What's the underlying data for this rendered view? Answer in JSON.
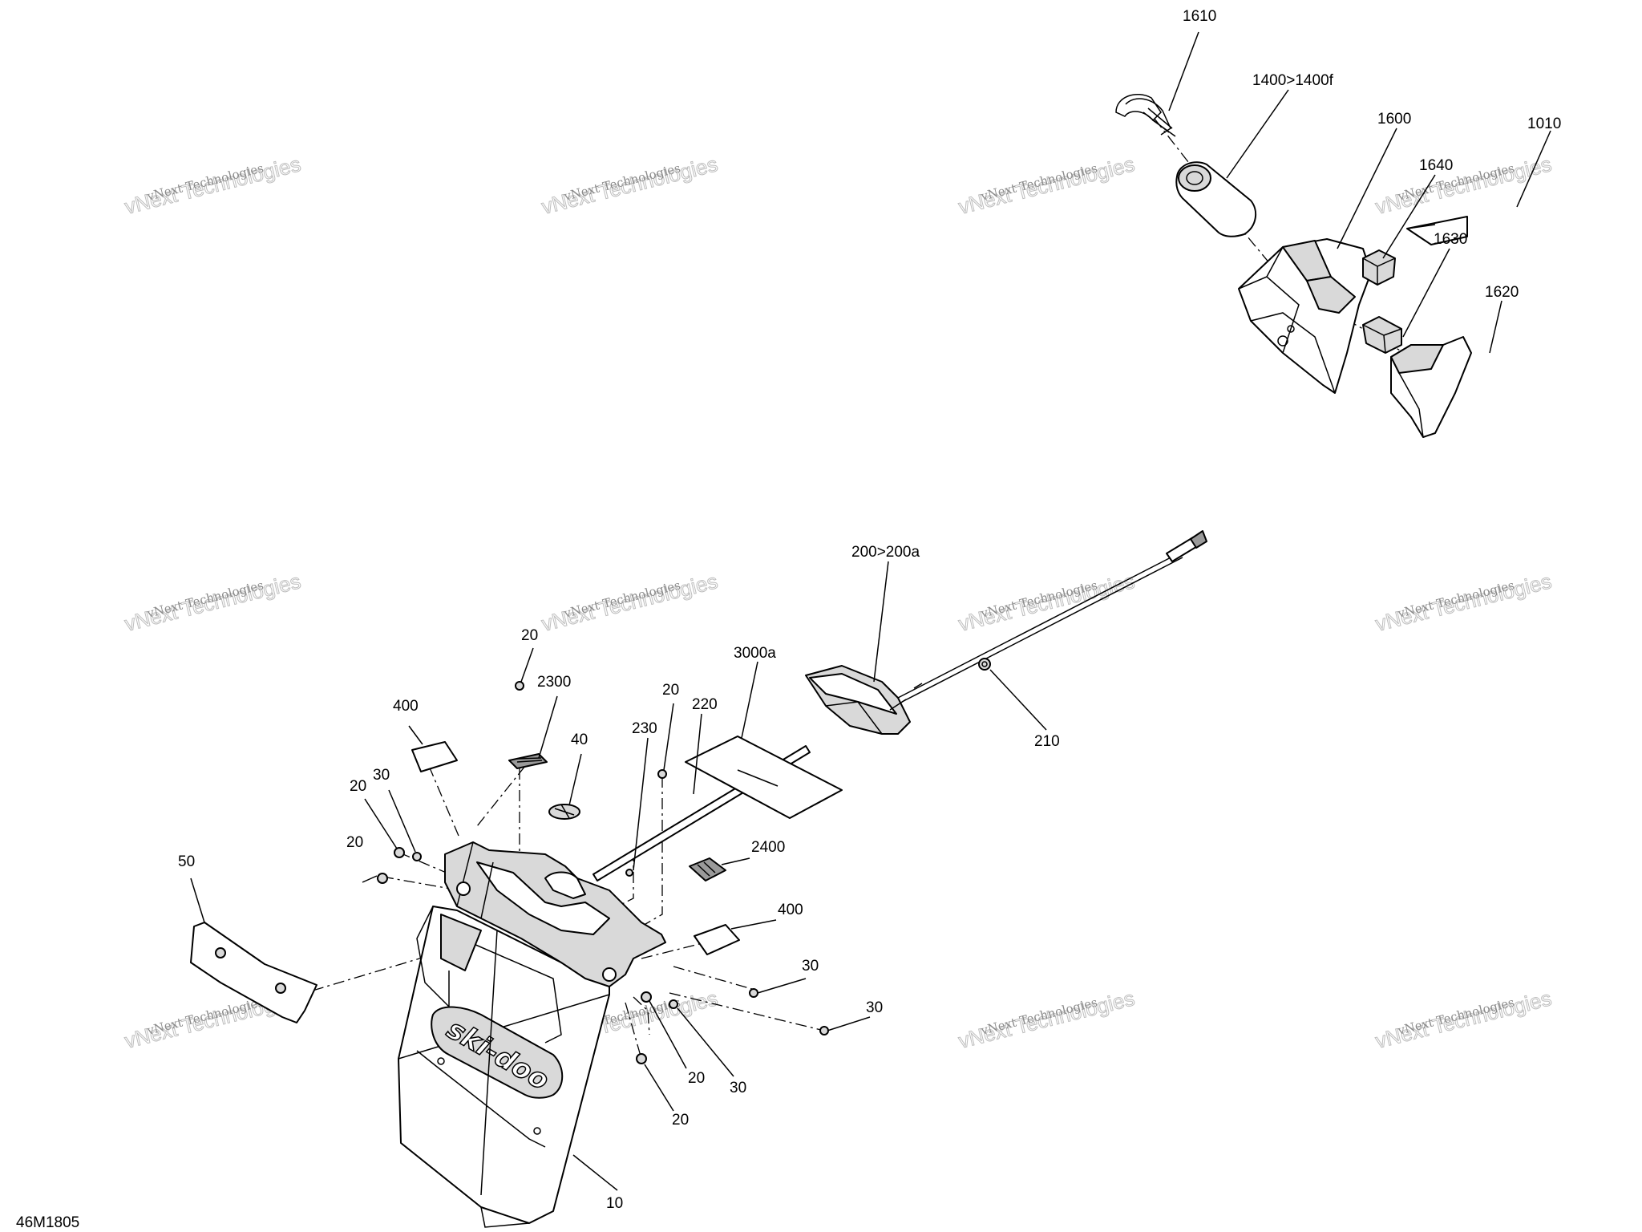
{
  "diagram_id": "46M1805",
  "watermark": {
    "line1": "vNext Technologies",
    "line2": "vNext Technologies"
  },
  "callouts": {
    "c1610": "1610",
    "c1400": "1400>1400f",
    "c1600": "1600",
    "c1010": "1010",
    "c1640": "1640",
    "c1630": "1630",
    "c1620": "1620",
    "c200": "200>200a",
    "c210": "210",
    "c3000a": "3000a",
    "c220": "220",
    "c230": "230",
    "c20_a": "20",
    "c2300": "2300",
    "c20_b": "20",
    "c40": "40",
    "c400_a": "400",
    "c30_a": "30",
    "c20_c": "20",
    "c20_d": "20",
    "c50": "50",
    "c2400": "2400",
    "c400_b": "400",
    "c30_b": "30",
    "c30_c": "30",
    "c20_e": "20",
    "c30_d": "30",
    "c20_f": "20",
    "c10": "10"
  },
  "brand_logo": "ski-doo"
}
